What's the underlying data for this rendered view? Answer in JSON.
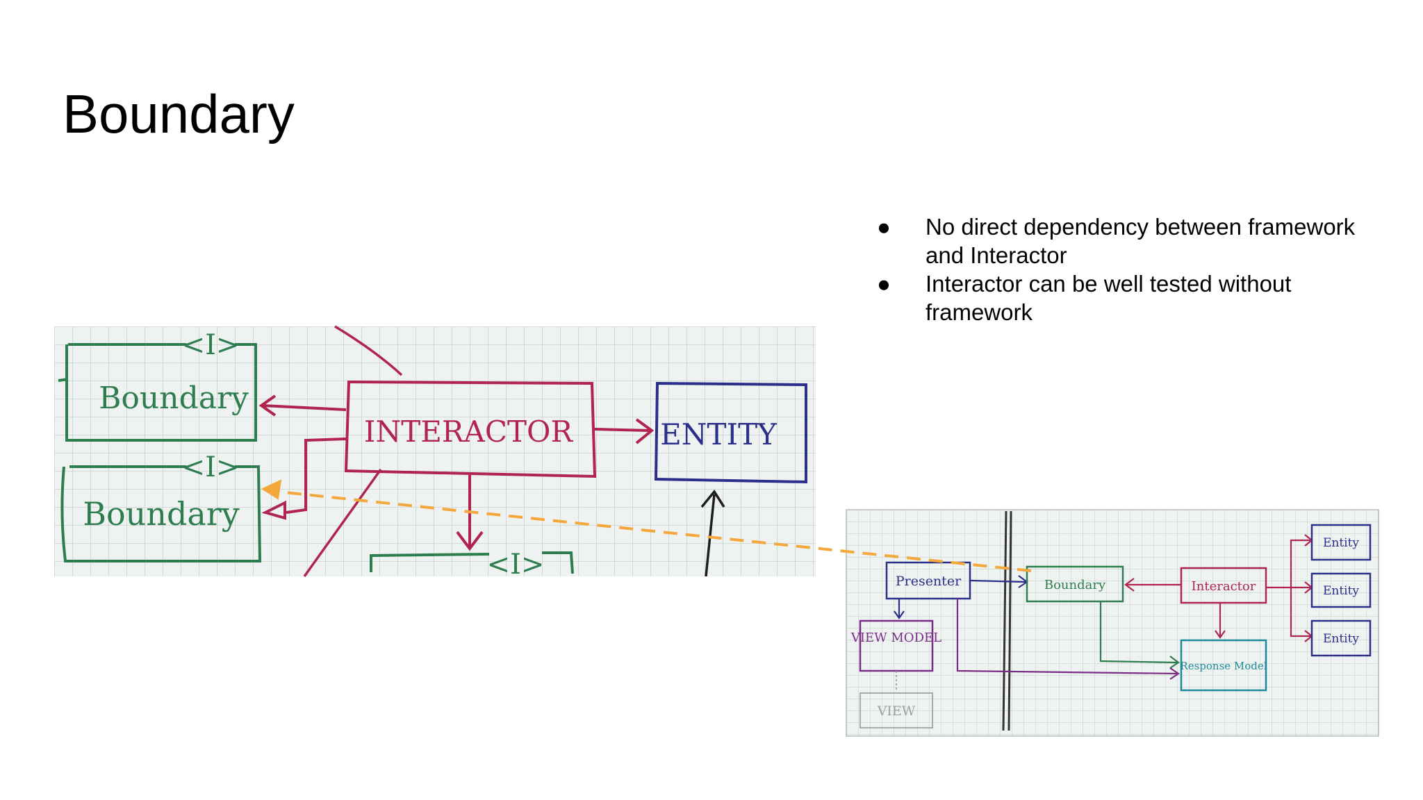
{
  "slide": {
    "title": "Boundary",
    "bullets": [
      "No direct dependency between framework and Interactor",
      "Interactor can be well tested without framework"
    ],
    "bullet_marker": "●"
  },
  "left_sketch": {
    "interface_tag": "<I>",
    "boundary_top": "Boundary",
    "boundary_bottom": "Boundary",
    "interactor": "INTERACTOR",
    "entity": "ENTITY"
  },
  "right_sketch": {
    "presenter": "Presenter",
    "view_model": "VIEW MODEL",
    "view": "VIEW",
    "boundary": "Boundary",
    "interactor": "Interactor",
    "response_model": "Response Model",
    "entities": [
      "Entity",
      "Entity",
      "Entity"
    ]
  },
  "colors": {
    "green": "#2e7d4f",
    "crimson": "#b0244f",
    "navy": "#2b2f8a",
    "purple": "#7a2d86",
    "teal": "#1d8a9a",
    "orange": "#f4a73a",
    "grid": "#c9d3d0",
    "paper": "#eef3f1"
  }
}
